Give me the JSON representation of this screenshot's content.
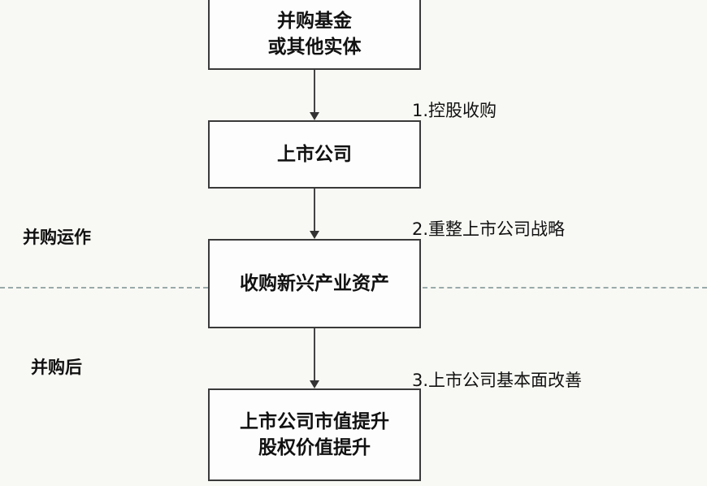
{
  "boxes": {
    "fund": [
      "并购基金",
      "或其他实体"
    ],
    "listed": [
      "上市公司"
    ],
    "acquire": [
      "收购新兴产业资产"
    ],
    "result": [
      "上市公司市值提升",
      "股权价值提升"
    ]
  },
  "steps": [
    "1.控股收购",
    "2.重整上市公司战略",
    "3.上市公司基本面改善"
  ],
  "phases": {
    "operation": "并购运作",
    "post": "并购后"
  }
}
